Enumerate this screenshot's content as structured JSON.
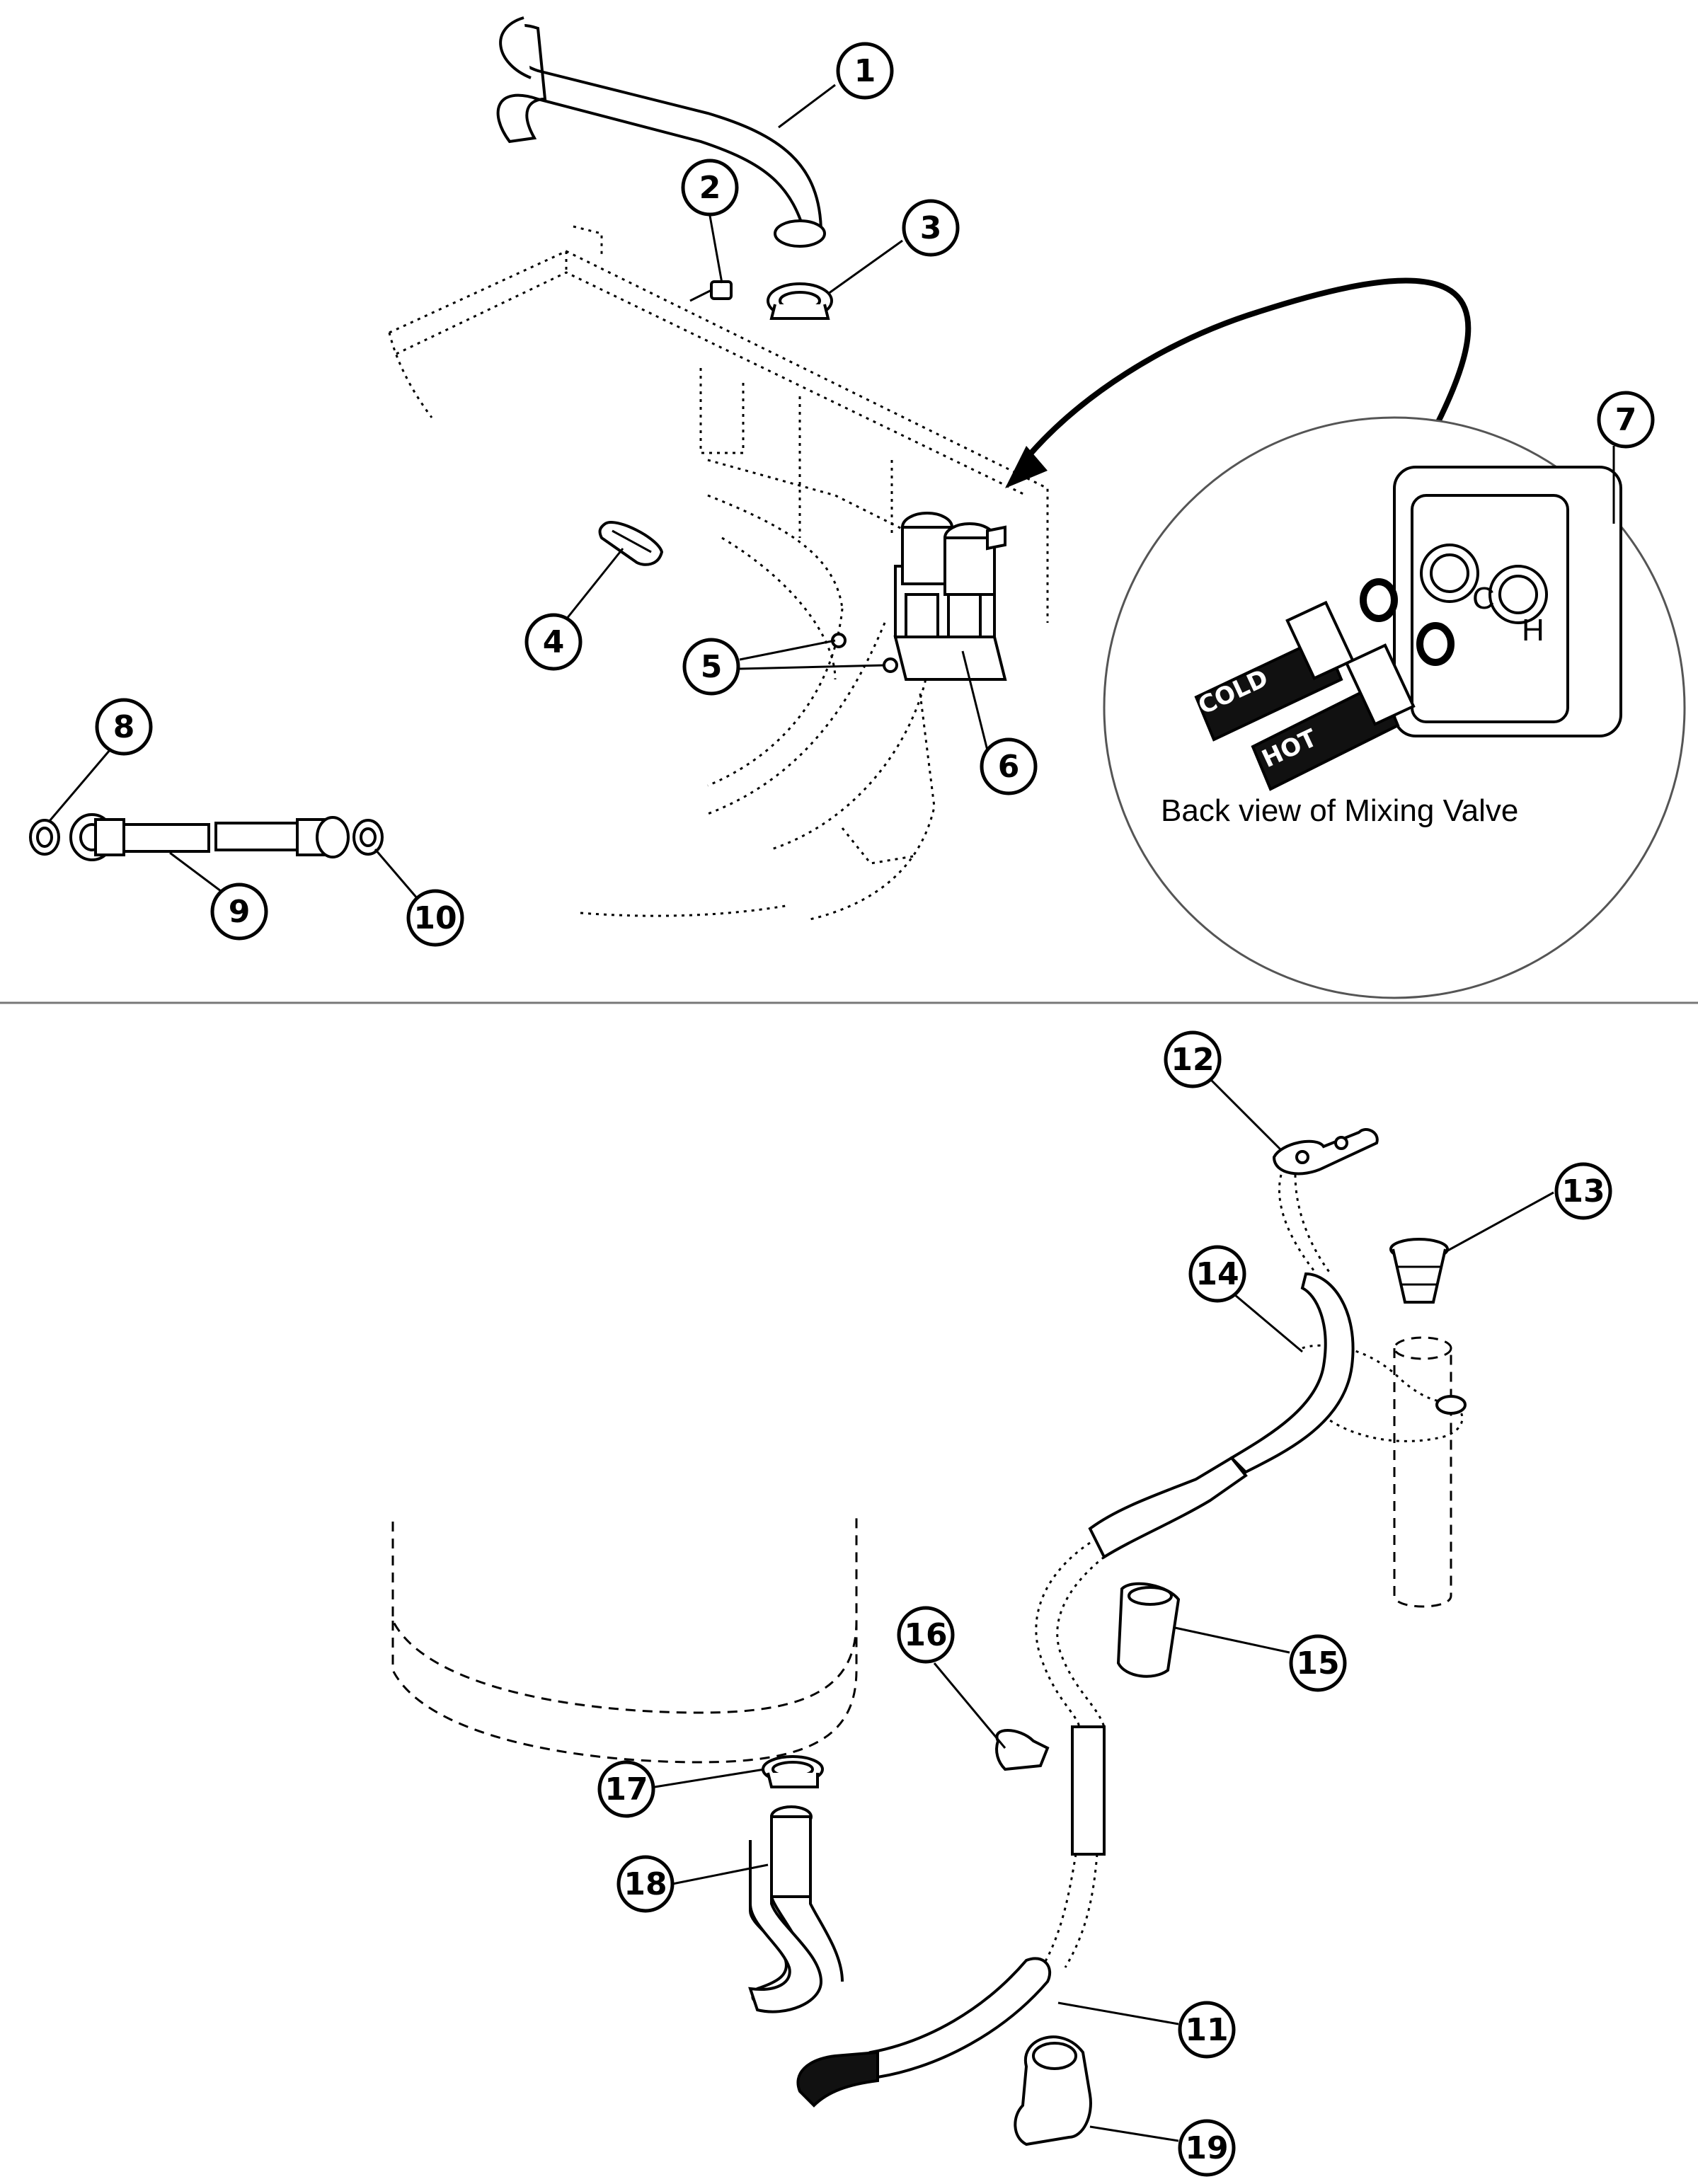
{
  "callouts": [
    {
      "id": "1",
      "label": "1"
    },
    {
      "id": "2",
      "label": "2"
    },
    {
      "id": "3",
      "label": "3"
    },
    {
      "id": "4",
      "label": "4"
    },
    {
      "id": "5",
      "label": "5"
    },
    {
      "id": "6",
      "label": "6"
    },
    {
      "id": "7",
      "label": "7"
    },
    {
      "id": "8",
      "label": "8"
    },
    {
      "id": "9",
      "label": "9"
    },
    {
      "id": "10",
      "label": "10"
    },
    {
      "id": "11",
      "label": "11"
    },
    {
      "id": "12",
      "label": "12"
    },
    {
      "id": "13",
      "label": "13"
    },
    {
      "id": "14",
      "label": "14"
    },
    {
      "id": "15",
      "label": "15"
    },
    {
      "id": "16",
      "label": "16"
    },
    {
      "id": "17",
      "label": "17"
    },
    {
      "id": "18",
      "label": "18"
    },
    {
      "id": "19",
      "label": "19"
    }
  ],
  "inset": {
    "caption": "Back view of Mixing Valve",
    "hose_cold": "COLD",
    "hose_hot": "HOT",
    "port_c": "C",
    "port_h": "H"
  }
}
